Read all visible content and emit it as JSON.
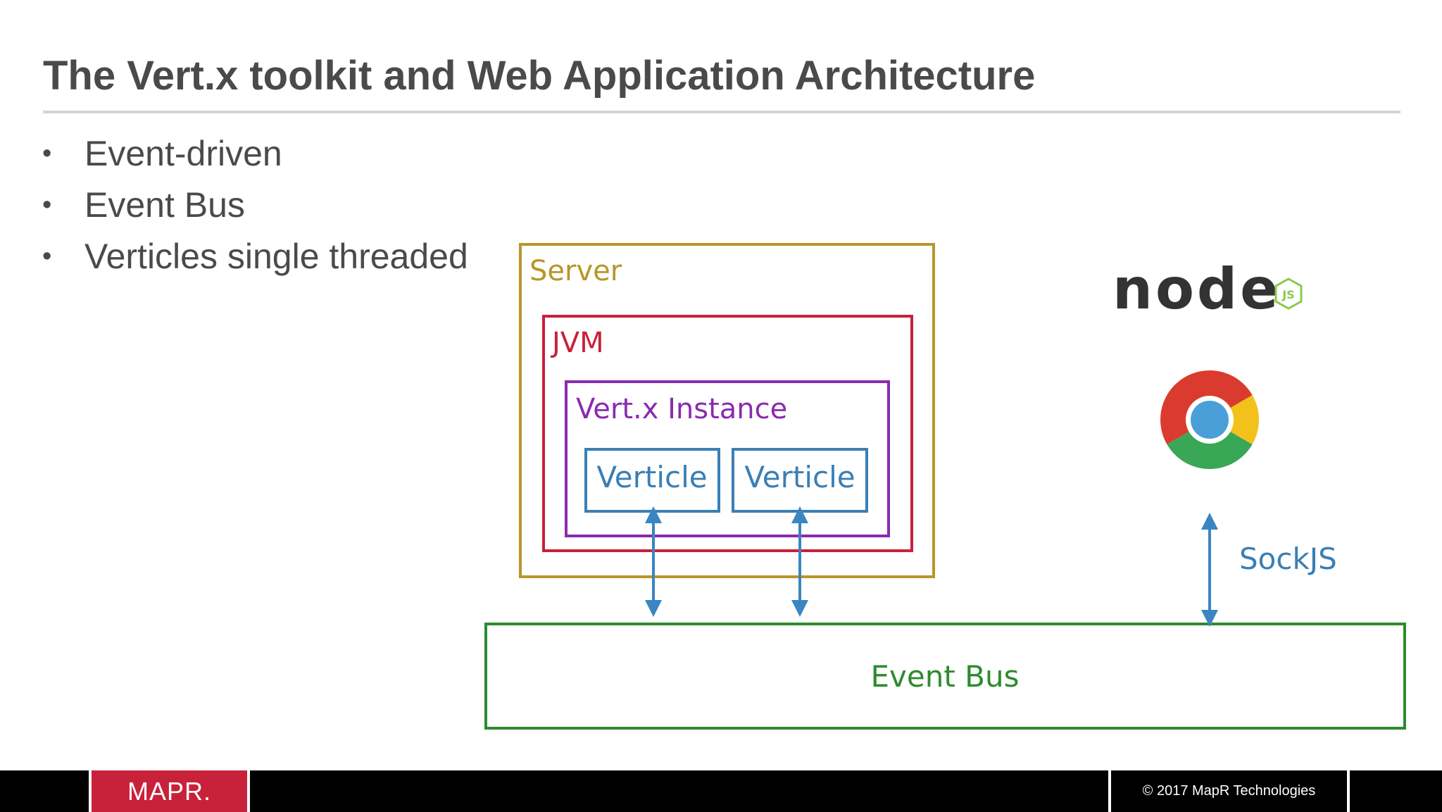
{
  "slide": {
    "title": "The Vert.x toolkit and Web Application Architecture",
    "bullet_marker": "•",
    "bullets": [
      "Event-driven",
      "Event Bus",
      "Verticles single threaded"
    ]
  },
  "diagram": {
    "server_label": "Server",
    "jvm_label": "JVM",
    "vertx_label": "Vert.x Instance",
    "verticle_labels": [
      "Verticle",
      "Verticle"
    ],
    "event_bus_label": "Event Bus",
    "sockjs_label": "SockJS",
    "node_logo_text": "node",
    "node_js_badge": "JS",
    "colors": {
      "server": "#b8962b",
      "jvm": "#c8213a",
      "vertx": "#8a2bb0",
      "verticle": "#3a7fb5",
      "event_bus": "#2e8b2e",
      "arrow": "#3a85c2",
      "sockjs": "#3a7fb5"
    },
    "icons": [
      "nodejs-logo",
      "chrome-logo"
    ]
  },
  "footer": {
    "brand": "MAPR.",
    "copyright": "© 2017 MapR Technologies",
    "brand_color": "#c8213a"
  }
}
